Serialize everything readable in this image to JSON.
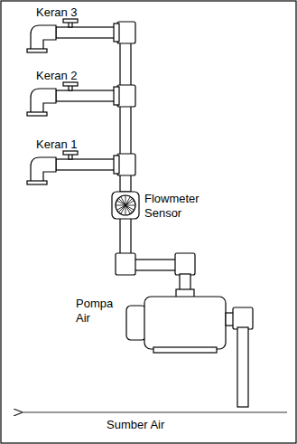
{
  "diagram": {
    "labels": [
      "Keran 3",
      "Keran 2",
      "Keran 1",
      "Flowmeter Sensor",
      "Pompa Air",
      "Sumber Air"
    ]
  }
}
